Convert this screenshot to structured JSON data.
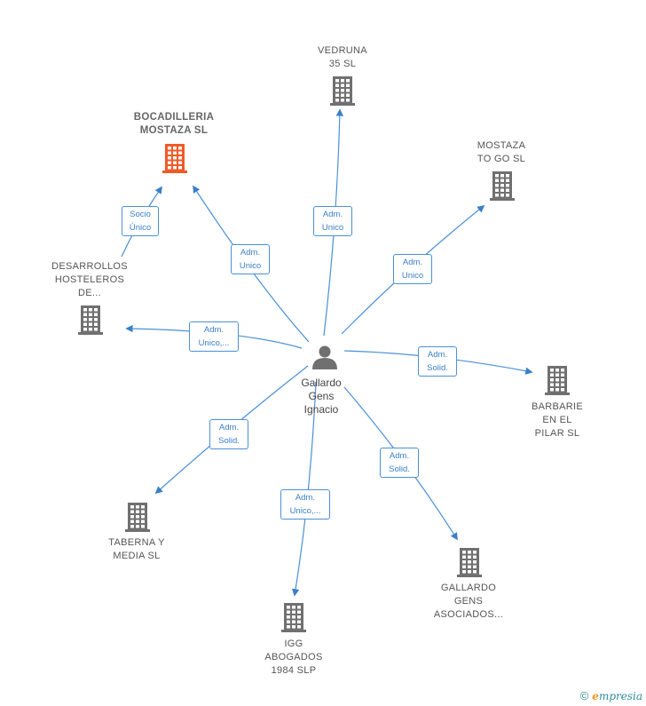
{
  "center": {
    "label": "Gallardo\nGens\nIgnacio",
    "icon": "person-icon"
  },
  "colors": {
    "edge": "#4a90d9",
    "building": "#707070",
    "highlight": "#f05a28"
  },
  "nodes": [
    {
      "id": "vedruna",
      "label": "VEDRUNA\n35 SL",
      "icon": "building-icon",
      "highlight": false
    },
    {
      "id": "bocadilleria",
      "label": "BOCADILLERIA\nMOSTAZA  SL",
      "icon": "building-icon",
      "highlight": true
    },
    {
      "id": "mostaza-to-go",
      "label": "MOSTAZA\nTO GO  SL",
      "icon": "building-icon",
      "highlight": false
    },
    {
      "id": "desarrollos",
      "label": "DESARROLLOS\nHOSTELEROS\nDE...",
      "icon": "building-icon",
      "highlight": false
    },
    {
      "id": "barbarie",
      "label": "BARBARIE\nEN EL\nPILAR  SL",
      "icon": "building-icon",
      "highlight": false
    },
    {
      "id": "taberna",
      "label": "TABERNA Y\nMEDIA  SL",
      "icon": "building-icon",
      "highlight": false
    },
    {
      "id": "igg",
      "label": "IGG\nABOGADOS\n1984  SLP",
      "icon": "building-icon",
      "highlight": false
    },
    {
      "id": "gallardo-gens-asociados",
      "label": "GALLARDO\nGENS\nASOCIADOS...",
      "icon": "building-icon",
      "highlight": false
    }
  ],
  "edges": [
    {
      "from": "center",
      "to": "vedruna",
      "label": "Adm.\nUnico"
    },
    {
      "from": "center",
      "to": "bocadilleria",
      "label": "Adm.\nUnico"
    },
    {
      "from": "desarrollos",
      "to": "bocadilleria",
      "label": "Socio\nÚnico"
    },
    {
      "from": "center",
      "to": "mostaza-to-go",
      "label": "Adm.\nUnico"
    },
    {
      "from": "center",
      "to": "desarrollos",
      "label": "Adm.\nUnico,..."
    },
    {
      "from": "center",
      "to": "barbarie",
      "label": "Adm.\nSolid."
    },
    {
      "from": "center",
      "to": "taberna",
      "label": "Adm.\nSolid."
    },
    {
      "from": "center",
      "to": "igg",
      "label": "Adm.\nUnico,..."
    },
    {
      "from": "center",
      "to": "gallardo-gens-asociados",
      "label": "Adm.\nSolid."
    }
  ],
  "footer": {
    "copyright": "©",
    "brand_first": "e",
    "brand_rest": "mpresia"
  }
}
